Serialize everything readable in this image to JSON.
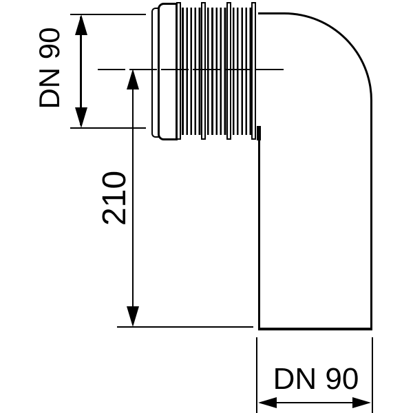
{
  "drawing": {
    "kind": "technical dimension drawing",
    "subject": "90-degree elbow pipe connector with corrugated inlet socket",
    "colors": {
      "line": "#000000",
      "background": "#ffffff"
    },
    "dimensions": {
      "inlet_diameter": {
        "label": "DN 90",
        "orientation": "vertical"
      },
      "offset_length": {
        "label": "210",
        "orientation": "vertical"
      },
      "outlet_diameter": {
        "label": "DN 90",
        "orientation": "horizontal"
      }
    }
  }
}
